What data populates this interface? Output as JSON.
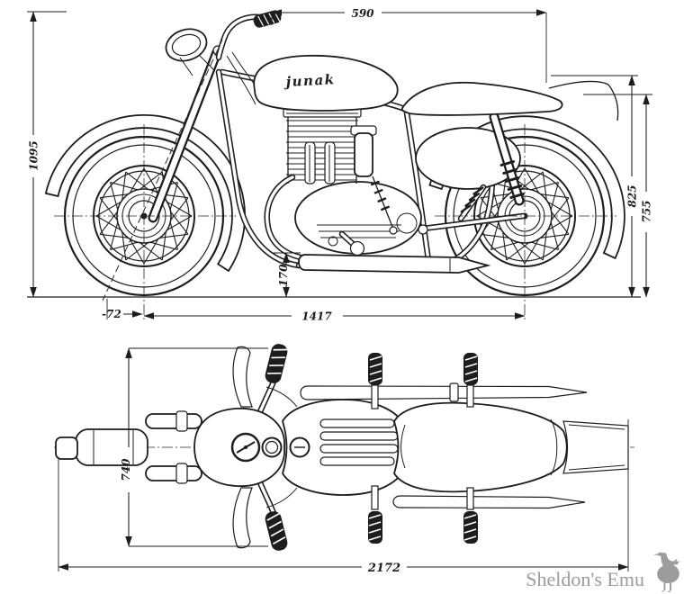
{
  "colors": {
    "line": "#1d1d1d",
    "watermark": "#9c9c9c",
    "background": "#ffffff"
  },
  "side_view": {
    "tank_logo": "junak",
    "dimensions": {
      "handlebar_to_seat": "590",
      "overall_height": "1095",
      "height_rear_upper": "825",
      "height_rear_lower": "755",
      "fork_trail": "-72",
      "wheelbase": "1417",
      "ground_clearance": "170"
    }
  },
  "top_view": {
    "dimensions": {
      "overall_width": "740",
      "overall_length": "2172"
    }
  },
  "watermark": {
    "text": "Sheldon's Emu"
  }
}
